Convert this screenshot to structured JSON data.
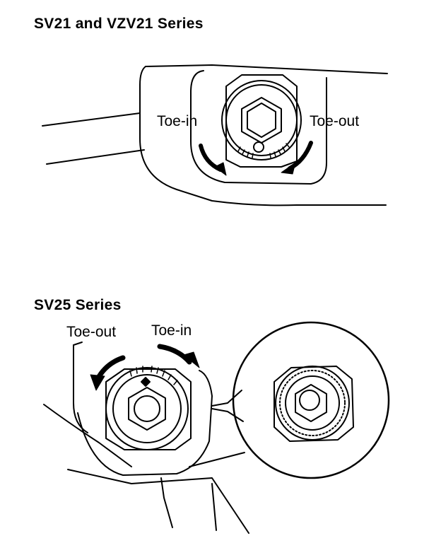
{
  "sections": [
    {
      "title": "SV21 and VZV21 Series",
      "labels": {
        "left": "Toe-in",
        "right": "Toe-out"
      }
    },
    {
      "title": "SV25 Series",
      "labels": {
        "left": "Toe-out",
        "right": "Toe-in"
      }
    }
  ],
  "colors": {
    "ink": "#000000",
    "paper": "#ffffff"
  }
}
